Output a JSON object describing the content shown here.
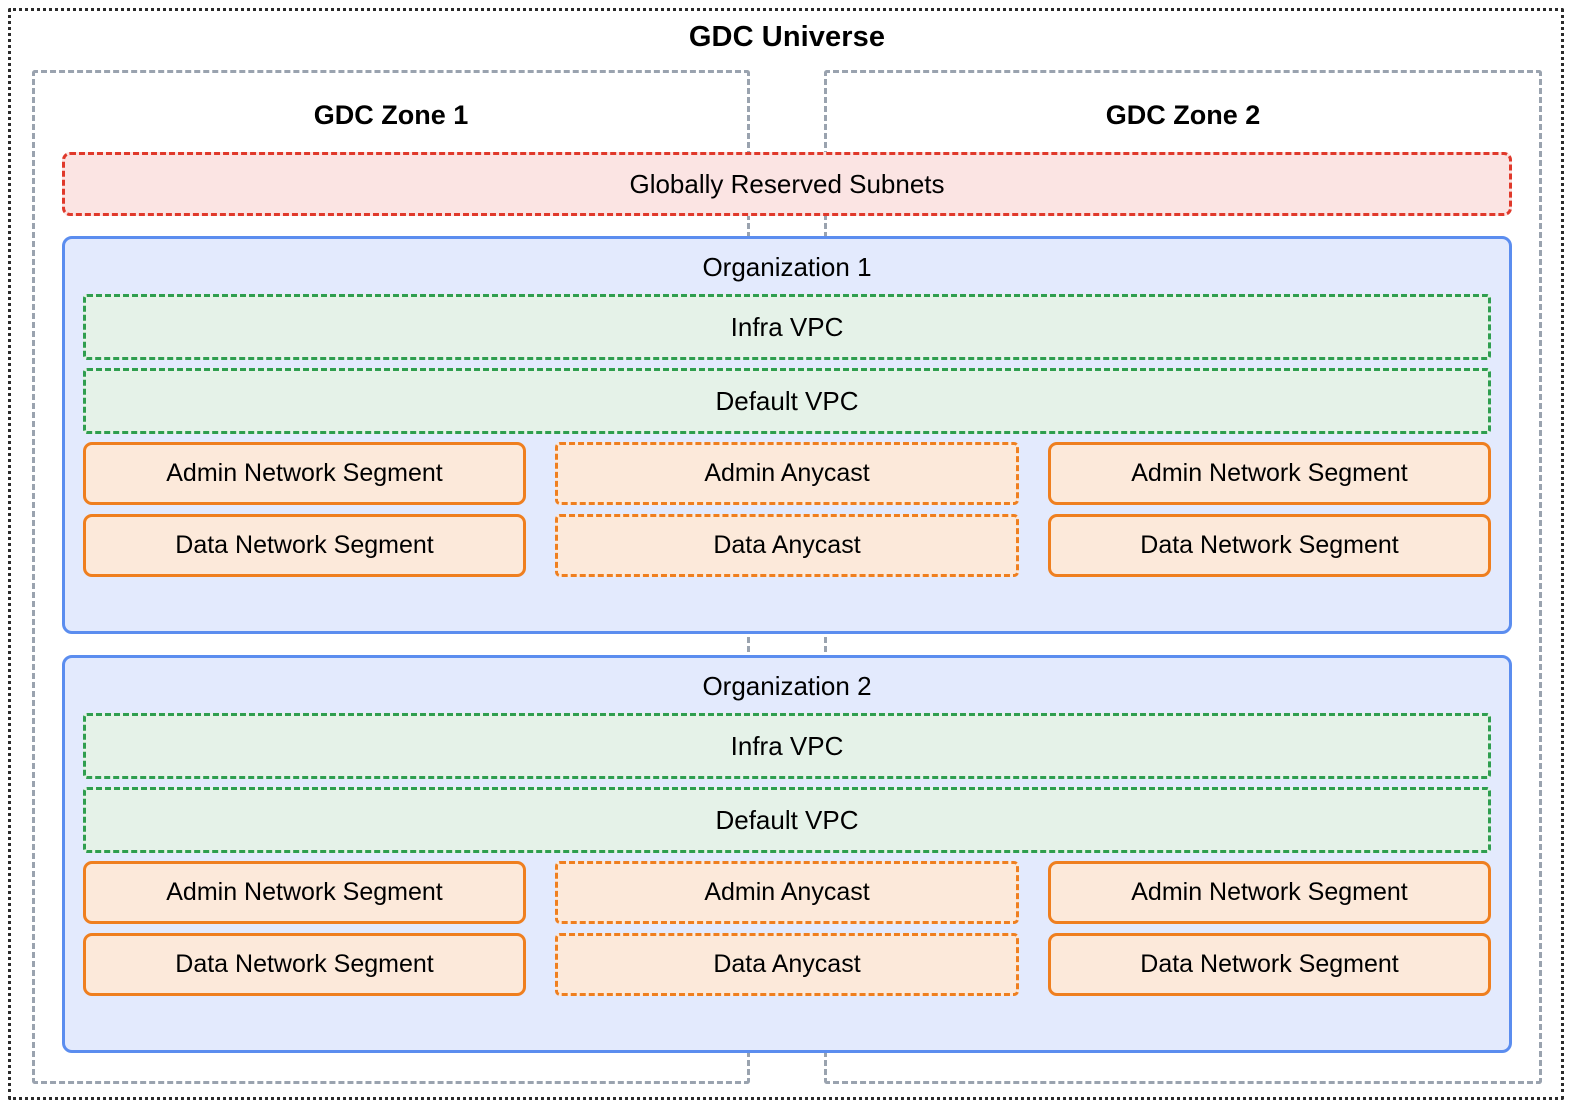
{
  "universe": {
    "title": "GDC Universe"
  },
  "zones": [
    {
      "title": "GDC Zone 1"
    },
    {
      "title": "GDC Zone 2"
    }
  ],
  "reserved_subnets": {
    "label": "Globally Reserved Subnets"
  },
  "organizations": [
    {
      "title": "Organization 1",
      "vpcs": [
        {
          "label": "Infra VPC"
        },
        {
          "label": "Default VPC"
        }
      ],
      "rows": [
        {
          "left": "Admin Network Segment",
          "center": "Admin Anycast",
          "right": "Admin Network Segment"
        },
        {
          "left": "Data Network Segment",
          "center": "Data Anycast",
          "right": "Data Network Segment"
        }
      ]
    },
    {
      "title": "Organization 2",
      "vpcs": [
        {
          "label": "Infra VPC"
        },
        {
          "label": "Default VPC"
        }
      ],
      "rows": [
        {
          "left": "Admin Network Segment",
          "center": "Admin Anycast",
          "right": "Admin Network Segment"
        },
        {
          "left": "Data Network Segment",
          "center": "Data Anycast",
          "right": "Data Network Segment"
        }
      ]
    }
  ],
  "colors": {
    "universe_border": "#2b2b2b",
    "zone_border": "#9aa3af",
    "reserved_fill": "#fbe4e3",
    "reserved_border": "#e0392b",
    "org_fill": "#e3eafd",
    "org_border": "#5b8def",
    "vpc_fill": "#e5f2e8",
    "vpc_border": "#2f9e4f",
    "segment_fill": "#fce9da",
    "segment_border": "#ef7f1f",
    "background": "#ffffff"
  }
}
